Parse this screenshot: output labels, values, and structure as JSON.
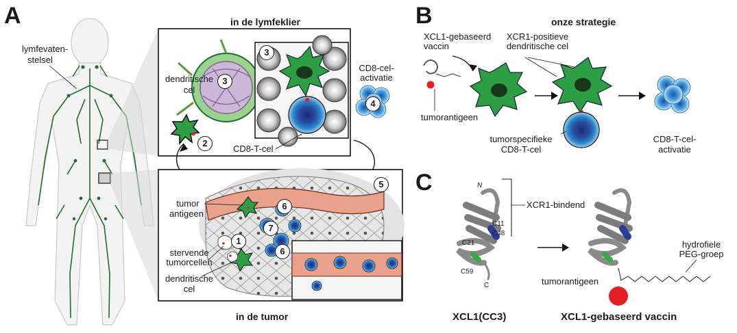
{
  "panel_a": {
    "letter": "A",
    "lymph_label_1": "lymfevaten-",
    "lymph_label_2": "stelsel",
    "node_title": "in de lymfeklier",
    "tumor_title": "in de tumor",
    "dc_label_1": "dendritische",
    "dc_label_2": "cel",
    "cd8_activation_1": "CD8-cel-",
    "cd8_activation_2": "activatie",
    "cd8_t_cell": "CD8-T-cel",
    "tumor_antigen_1": "tumor",
    "tumor_antigen_2": "antigeen",
    "dying_1": "stervende",
    "dying_2": "tumorcellen",
    "dc2_label_1": "dendritische",
    "dc2_label_2": "cel",
    "steps": [
      "1",
      "2",
      "3",
      "3",
      "4",
      "5",
      "6",
      "6",
      "7"
    ]
  },
  "panel_b": {
    "letter": "B",
    "title": "onze strategie",
    "vaccine_1": "XCL1-gebaseerd",
    "vaccine_2": "vaccin",
    "xcr1_1": "XCR1-positieve",
    "xcr1_2": "dendritische cel",
    "tumorantigen": "tumorantigeen",
    "tcell_1": "tumorspecifieke",
    "tcell_2": "CD8-T-cel",
    "activation_1": "CD8-T-cel-",
    "activation_2": "activatie"
  },
  "panel_c": {
    "letter": "C",
    "binding": "XCR1-bindend",
    "n_term": "N",
    "c_term": "C",
    "c11": "C11",
    "c48": "C48",
    "c21": "C21",
    "c59": "C59",
    "tumorantigen": "tumorantigeen",
    "peg_1": "hydrofiele",
    "peg_2": "PEG-groep",
    "left_title": "XCL1(CC3)",
    "right_title": "XCL1-gebaseerd vaccin"
  },
  "colors": {
    "dc_green": "#2e9e44",
    "tcell_blue": "#2c86c9",
    "antigen_red": "#e31e24",
    "vessel_pink": "#e9a18c",
    "lymph_green": "#1f6b30"
  }
}
